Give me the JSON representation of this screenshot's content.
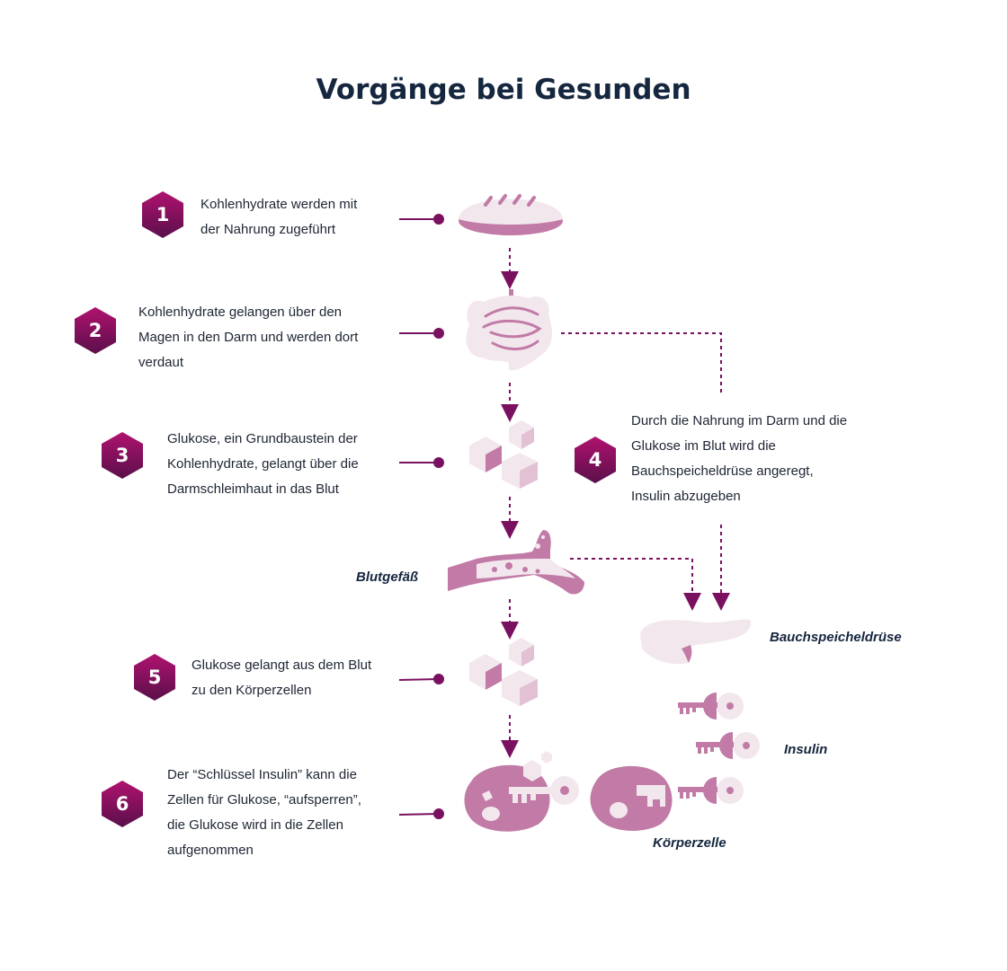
{
  "title": "Vorgänge bei Gesunden",
  "steps": [
    {
      "number": "1",
      "lines": [
        "Kohlenhydrate werden mit",
        "der Nahrung zugeführt"
      ]
    },
    {
      "number": "2",
      "lines": [
        "Kohlenhydrate gelangen über den",
        "Magen in den Darm und werden dort",
        "verdaut"
      ]
    },
    {
      "number": "3",
      "lines": [
        "Glukose, ein Grundbaustein der",
        "Kohlenhydrate, gelangt über die",
        "Darmschleimhaut in das Blut"
      ]
    },
    {
      "number": "4",
      "lines": [
        "Durch die Nahrung im Darm und die",
        "Glukose im Blut wird die",
        "Bauchspeicheldrüse angeregt,",
        "Insulin abzugeben"
      ]
    },
    {
      "number": "5",
      "lines": [
        "Glukose gelangt aus dem Blut",
        "zu den Körperzellen"
      ]
    },
    {
      "number": "6",
      "lines": [
        "Der “Schlüssel Insulin” kann die",
        "Zellen für Glukose, “aufsperren”,",
        "die Glukose wird in die Zellen",
        "aufgenommen"
      ]
    }
  ],
  "labels": {
    "blood_vessel": "Blutgefäß",
    "pancreas": "Bauchspeicheldrüse",
    "insulin": "Insulin",
    "body_cell": "Körperzelle"
  },
  "icons": {
    "food": "bread-icon",
    "digestion": "intestine-icon",
    "glucose": "glucose-cubes-icon",
    "vessel": "blood-vessel-icon",
    "pancreas": "pancreas-icon",
    "insulin": "key-icon",
    "cell": "body-cell-icon"
  },
  "colors": {
    "badge_top": "#b0126f",
    "badge_bottom": "#5a0f4a",
    "connector": "#7a1060",
    "illustration_dark": "#c17ba6",
    "illustration_light": "#f3e7ee",
    "label_text": "#15263f"
  }
}
